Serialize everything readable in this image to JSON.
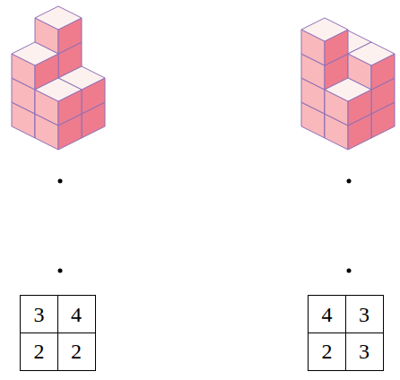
{
  "diagram": {
    "labels": [
      "3",
      "4",
      "2",
      "2",
      "4",
      "3",
      "2",
      "3"
    ]
  }
}
